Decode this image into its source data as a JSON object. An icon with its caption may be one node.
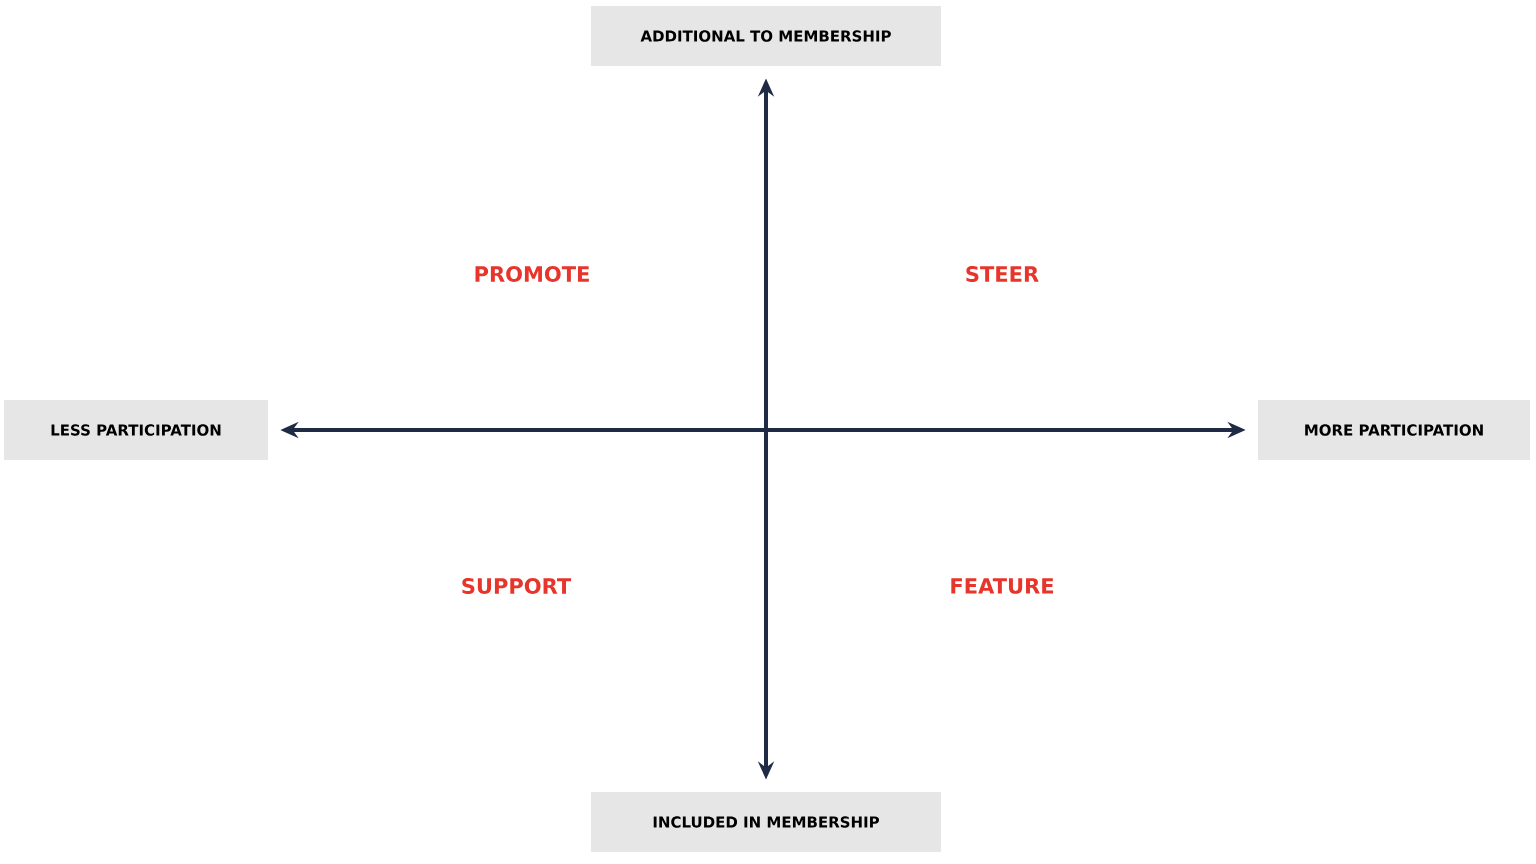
{
  "diagram": {
    "nodes": [
      {
        "text": [
          "ADDITIONAL TO MEMBERSHIP"
        ]
      },
      {
        "text": [
          "LESS PARTICIPATION"
        ]
      },
      {
        "text": [
          "MORE PARTICIPATION"
        ]
      },
      {
        "text": [
          "INCLUDED IN MEMBERSHIP"
        ]
      }
    ],
    "edges": [
      {
        "from": 0,
        "to": 3,
        "arrow": "both"
      },
      {
        "from": 1,
        "to": 2,
        "arrow": "both"
      }
    ],
    "labels": [
      "PROMOTE",
      "STEER",
      "SUPPORT",
      "FEATURE"
    ]
  }
}
